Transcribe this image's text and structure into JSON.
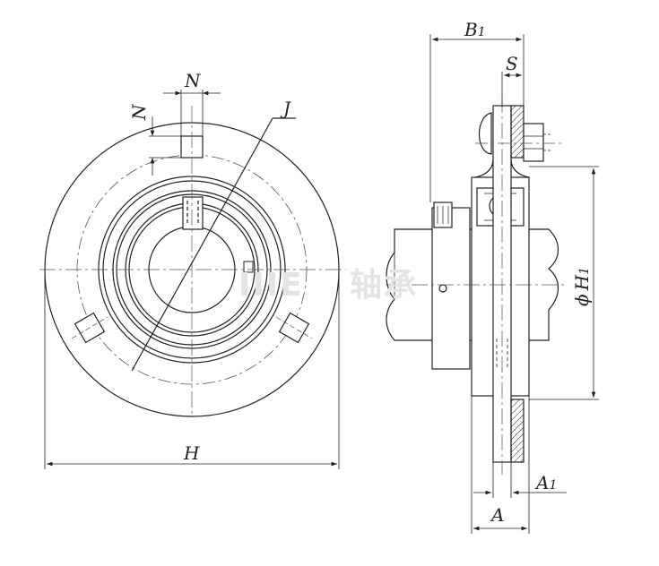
{
  "watermark": "IIIE",
  "watermark_cjk": "轴承",
  "front_view": {
    "labels": {
      "N_top": "N",
      "N_side": "N",
      "J": "J",
      "H": "H"
    }
  },
  "side_view": {
    "labels": {
      "B1_main": "B",
      "B1_sub": "1",
      "S": "S",
      "H1_phi": "ϕ",
      "H1_main": "H",
      "H1_sub": "1",
      "A1_main": "A",
      "A1_sub": "1",
      "A": "A"
    }
  },
  "colors": {
    "line": "#222222",
    "center_line": "#555555",
    "watermark": "#e4e4e4"
  }
}
